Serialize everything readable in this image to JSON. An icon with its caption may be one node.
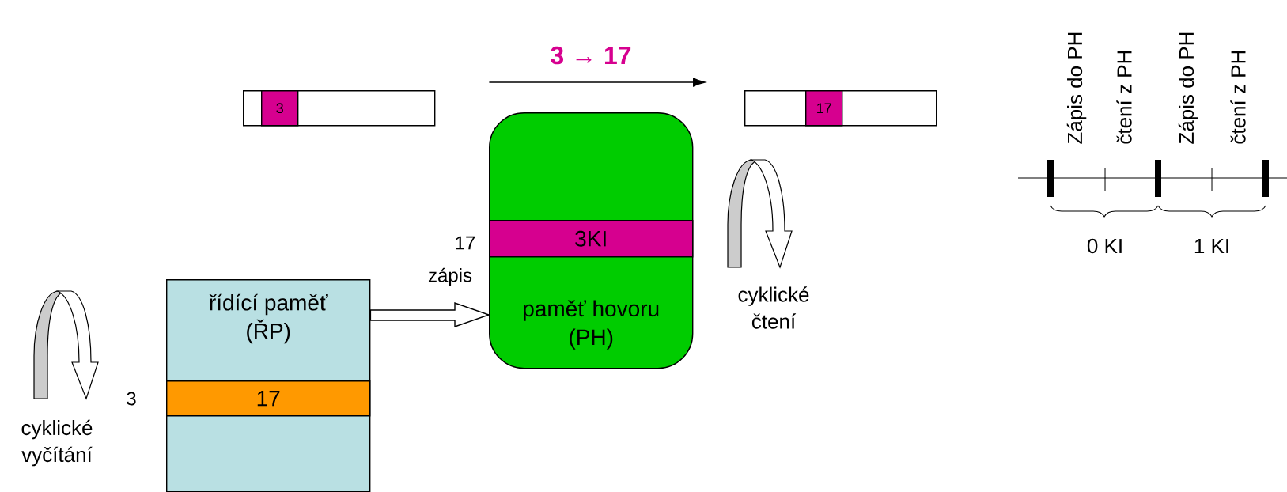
{
  "diagram": {
    "nodes": [
      {
        "text": [
          "řídící paměť (ŘP)"
        ]
      },
      {
        "text": [
          "17"
        ],
        "in": 0,
        "beside": [
          "3"
        ]
      },
      {
        "text": [
          "paměť hovoru (PH)"
        ]
      },
      {
        "text": [
          "3KI"
        ],
        "in": 2,
        "beside": [
          "17"
        ]
      },
      {
        "text": [],
        "shape": "box"
      },
      {
        "text": [
          "3"
        ],
        "in": 4
      },
      {
        "text": [],
        "shape": "box"
      },
      {
        "text": [
          "17"
        ],
        "in": 6
      }
    ],
    "edges": [
      {
        "from": 0,
        "to": 2,
        "arrow": "to",
        "label": "zápis"
      },
      {
        "from": 4,
        "to": 6,
        "arrow": "to",
        "label": "3 → 17"
      }
    ],
    "labels": [
      "Zápis do PH",
      "čtení z PH",
      "Zápis do PH",
      "čtení z PH",
      "0 KI",
      "1 KI",
      "cyklické čtení",
      "cyklické vyčítání"
    ]
  }
}
